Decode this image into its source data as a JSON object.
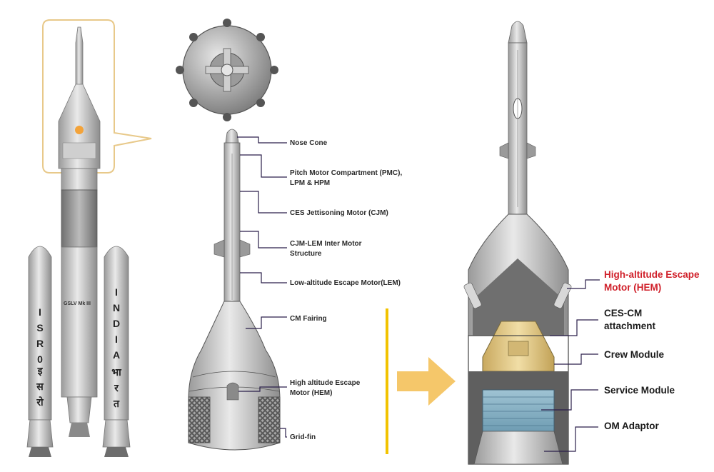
{
  "left_rocket": {
    "booster_left_text": [
      "I",
      "S",
      "R",
      "0"
    ],
    "booster_left_hindi": [
      "इ",
      "स",
      "रो"
    ],
    "booster_right_text": [
      "I",
      "N",
      "D",
      "I",
      "A"
    ],
    "booster_right_hindi": [
      "भा",
      "र",
      "त"
    ],
    "core_label": "GSLV Mk III"
  },
  "mid_labels": {
    "nose_cone": "Nose Cone",
    "pmc_line1": "Pitch Motor Compartment (PMC),",
    "pmc_line2": "LPM & HPM",
    "cjm": "CES Jettisoning Motor (CJM)",
    "cjm_lem_line1": "CJM-LEM Inter Motor",
    "cjm_lem_line2": "Structure",
    "lem": "Low-altitude Escape Motor(LEM)",
    "cm_fairing": "CM Fairing",
    "hem_line1": "High altitude Escape",
    "hem_line2": "Motor (HEM)",
    "grid_fin": "Grid-fin"
  },
  "right_labels": {
    "hem_line1": "High-altitude Escape",
    "hem_line2": "Motor (HEM)",
    "ces_cm_line1": "CES-CM",
    "ces_cm_line2": "attachment",
    "crew_module": "Crew Module",
    "service_module": "Service Module",
    "om_adaptor": "OM Adaptor"
  },
  "colors": {
    "callout_border": "#e8c98a",
    "divider": "#f2c300",
    "arrow": "#f5c76a",
    "hem_label": "#d0202a",
    "leader_line": "#2a1f4a",
    "crew_module_fill": "#e6cf8f"
  }
}
